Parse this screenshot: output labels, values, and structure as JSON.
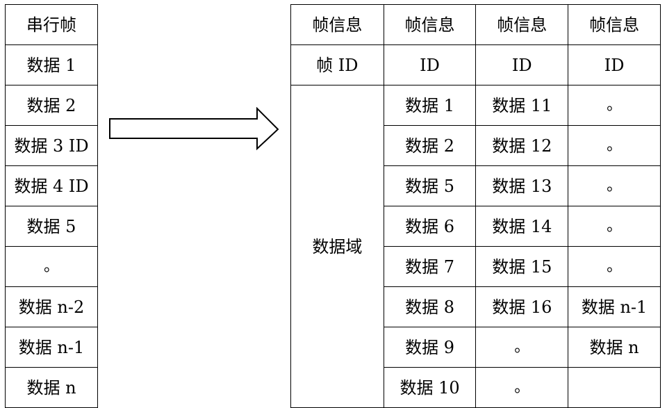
{
  "serial_frame": {
    "header": "串行帧",
    "rows": [
      "数据 1",
      "数据 2",
      "数据 3 ID",
      "数据 4 ID",
      "数据 5",
      "。",
      "数据 n-2",
      "数据 n-1",
      "数据 n"
    ]
  },
  "frames": {
    "headers": [
      "帧信息",
      "帧信息",
      "帧信息",
      "帧信息"
    ],
    "id_row": [
      "帧 ID",
      "ID",
      "ID",
      "ID"
    ],
    "data_field_label": "数据域",
    "col2": [
      "数据 1",
      "数据 2",
      "数据 5",
      "数据 6",
      "数据 7",
      "数据 8",
      "数据 9",
      "数据 10"
    ],
    "col3": [
      "数据 11",
      "数据 12",
      "数据 13",
      "数据 14",
      "数据 15",
      "数据 16",
      "。",
      "。"
    ],
    "col4": [
      "。",
      "。",
      "。",
      "。",
      "。",
      "数据 n-1",
      "数据 n",
      ""
    ]
  }
}
